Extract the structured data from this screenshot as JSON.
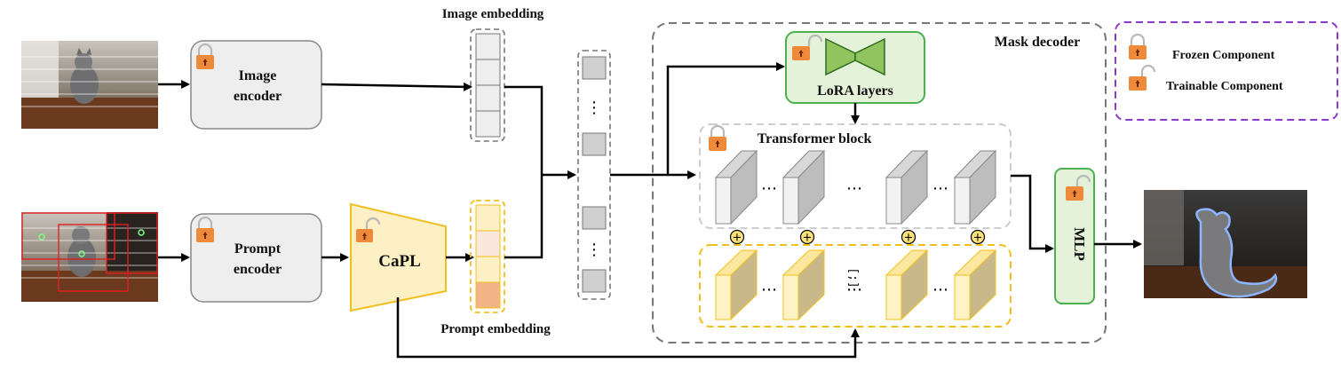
{
  "labels": {
    "image_embedding": "Image embedding",
    "prompt_embedding": "Prompt embedding",
    "image_encoder_line1": "Image",
    "image_encoder_line2": "encoder",
    "prompt_encoder_line1": "Prompt",
    "prompt_encoder_line2": "encoder",
    "capl": "CaPL",
    "lora": "LoRA layers",
    "mask_decoder": "Mask decoder",
    "transformer_block": "Transformer block",
    "mlp": "MLP",
    "vertical_ellipsis": "⋮",
    "horizontal_ellipsis": "⋯",
    "bracket_mark": "[;]",
    "plus": "+"
  },
  "legend": {
    "frozen": "Frozen Component",
    "trainable": "Trainable Component"
  },
  "colors": {
    "gray_fill": "#eeeeee",
    "gray_stroke": "#888888",
    "yellow_fill": "#fdf0c4",
    "yellow_stroke": "#f0c020",
    "green_fill": "#e3f2d8",
    "green_stroke": "#4caf50",
    "lock": "#ef8a3a",
    "legend_border": "#8a3cc8",
    "dash_gray": "#777777"
  },
  "icons": [
    "lock-closed-icon",
    "lock-open-icon",
    "lora-bowtie-icon"
  ]
}
